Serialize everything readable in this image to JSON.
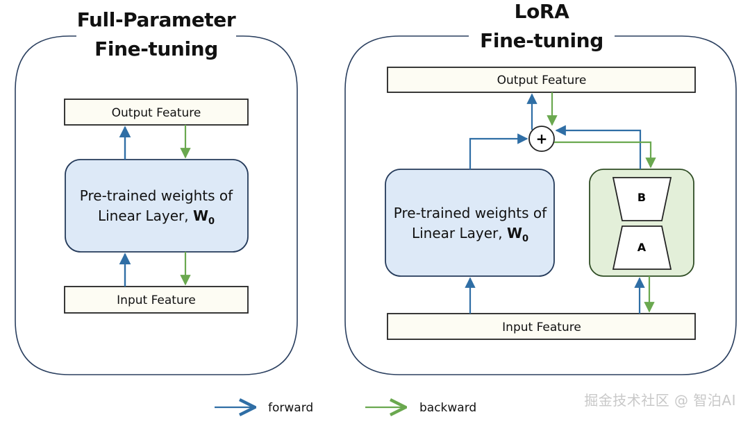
{
  "full_param": {
    "title_line1": "Full-Parameter",
    "title_line2": "Fine-tuning",
    "output_label": "Output Feature",
    "input_label": "Input Feature",
    "weights_line1": "Pre-trained weights of",
    "weights_line2": "Linear Layer, ",
    "weights_symbol": "W",
    "weights_subscript": "0"
  },
  "lora": {
    "title_line1": "LoRA",
    "title_line2": "Fine-tuning",
    "output_label": "Output Feature",
    "input_label": "Input Feature",
    "weights_line1": "Pre-trained weights of",
    "weights_line2": "Linear Layer, ",
    "weights_symbol": "W",
    "weights_subscript": "0",
    "plus_symbol": "+",
    "matrix_b": "B",
    "matrix_a": "A"
  },
  "legend": {
    "forward_label": "forward",
    "backward_label": "backward"
  },
  "watermark": "掘金技术社区 @ 智泊AI",
  "colors": {
    "forward": "#2f6ea5",
    "backward": "#6aa84f",
    "weights_fill": "#dde9f7",
    "lora_fill": "#e3efd9",
    "feature_fill": "#fdfcf3"
  }
}
